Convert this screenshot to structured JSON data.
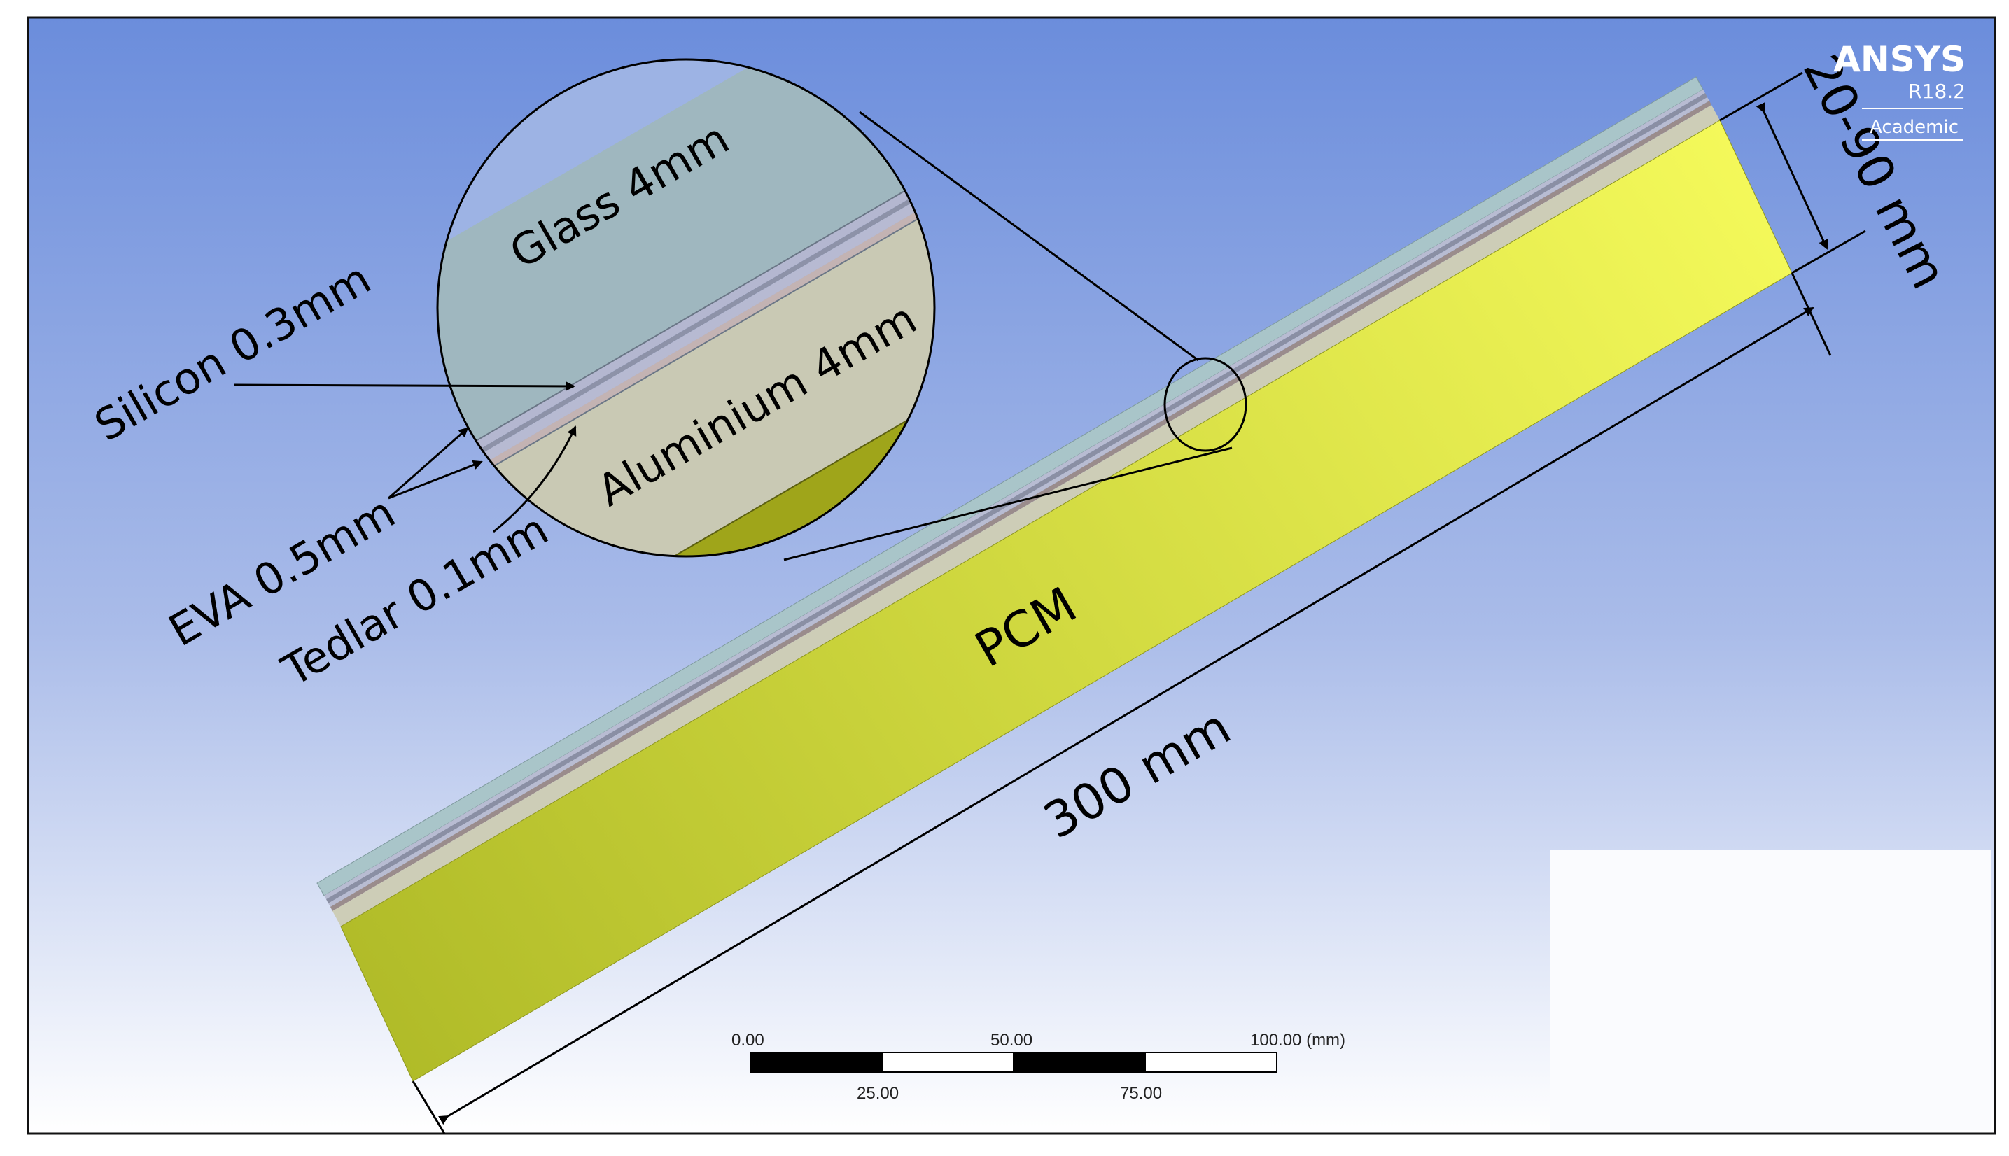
{
  "watermark": {
    "brand": "ANSYS",
    "version": "R18.2",
    "edition": "Academic"
  },
  "layers": {
    "glass": "Glass  4mm",
    "silicon": "Silicon  0.3mm",
    "eva": "EVA  0.5mm",
    "tedlar": "Tedlar  0.1mm",
    "aluminium": "Aluminium  4mm",
    "pcm": "PCM"
  },
  "dimensions": {
    "length": "300 mm",
    "thickness": "20-90 mm"
  },
  "scale_bar": {
    "top_labels": [
      "0.00",
      "50.00",
      "100.00 (mm)"
    ],
    "bottom_labels": [
      "25.00",
      "75.00"
    ]
  },
  "colors": {
    "background_top": "#6f8fdc",
    "background_bottom": "#ffffff",
    "glass": "#a8c4c8",
    "aluminium": "#cdcdb8",
    "pcm_light": "#f2f75a",
    "pcm_dark": "#b2bd2a",
    "eva": "#b8bcd0",
    "tedlar": "#c4b0b0"
  }
}
